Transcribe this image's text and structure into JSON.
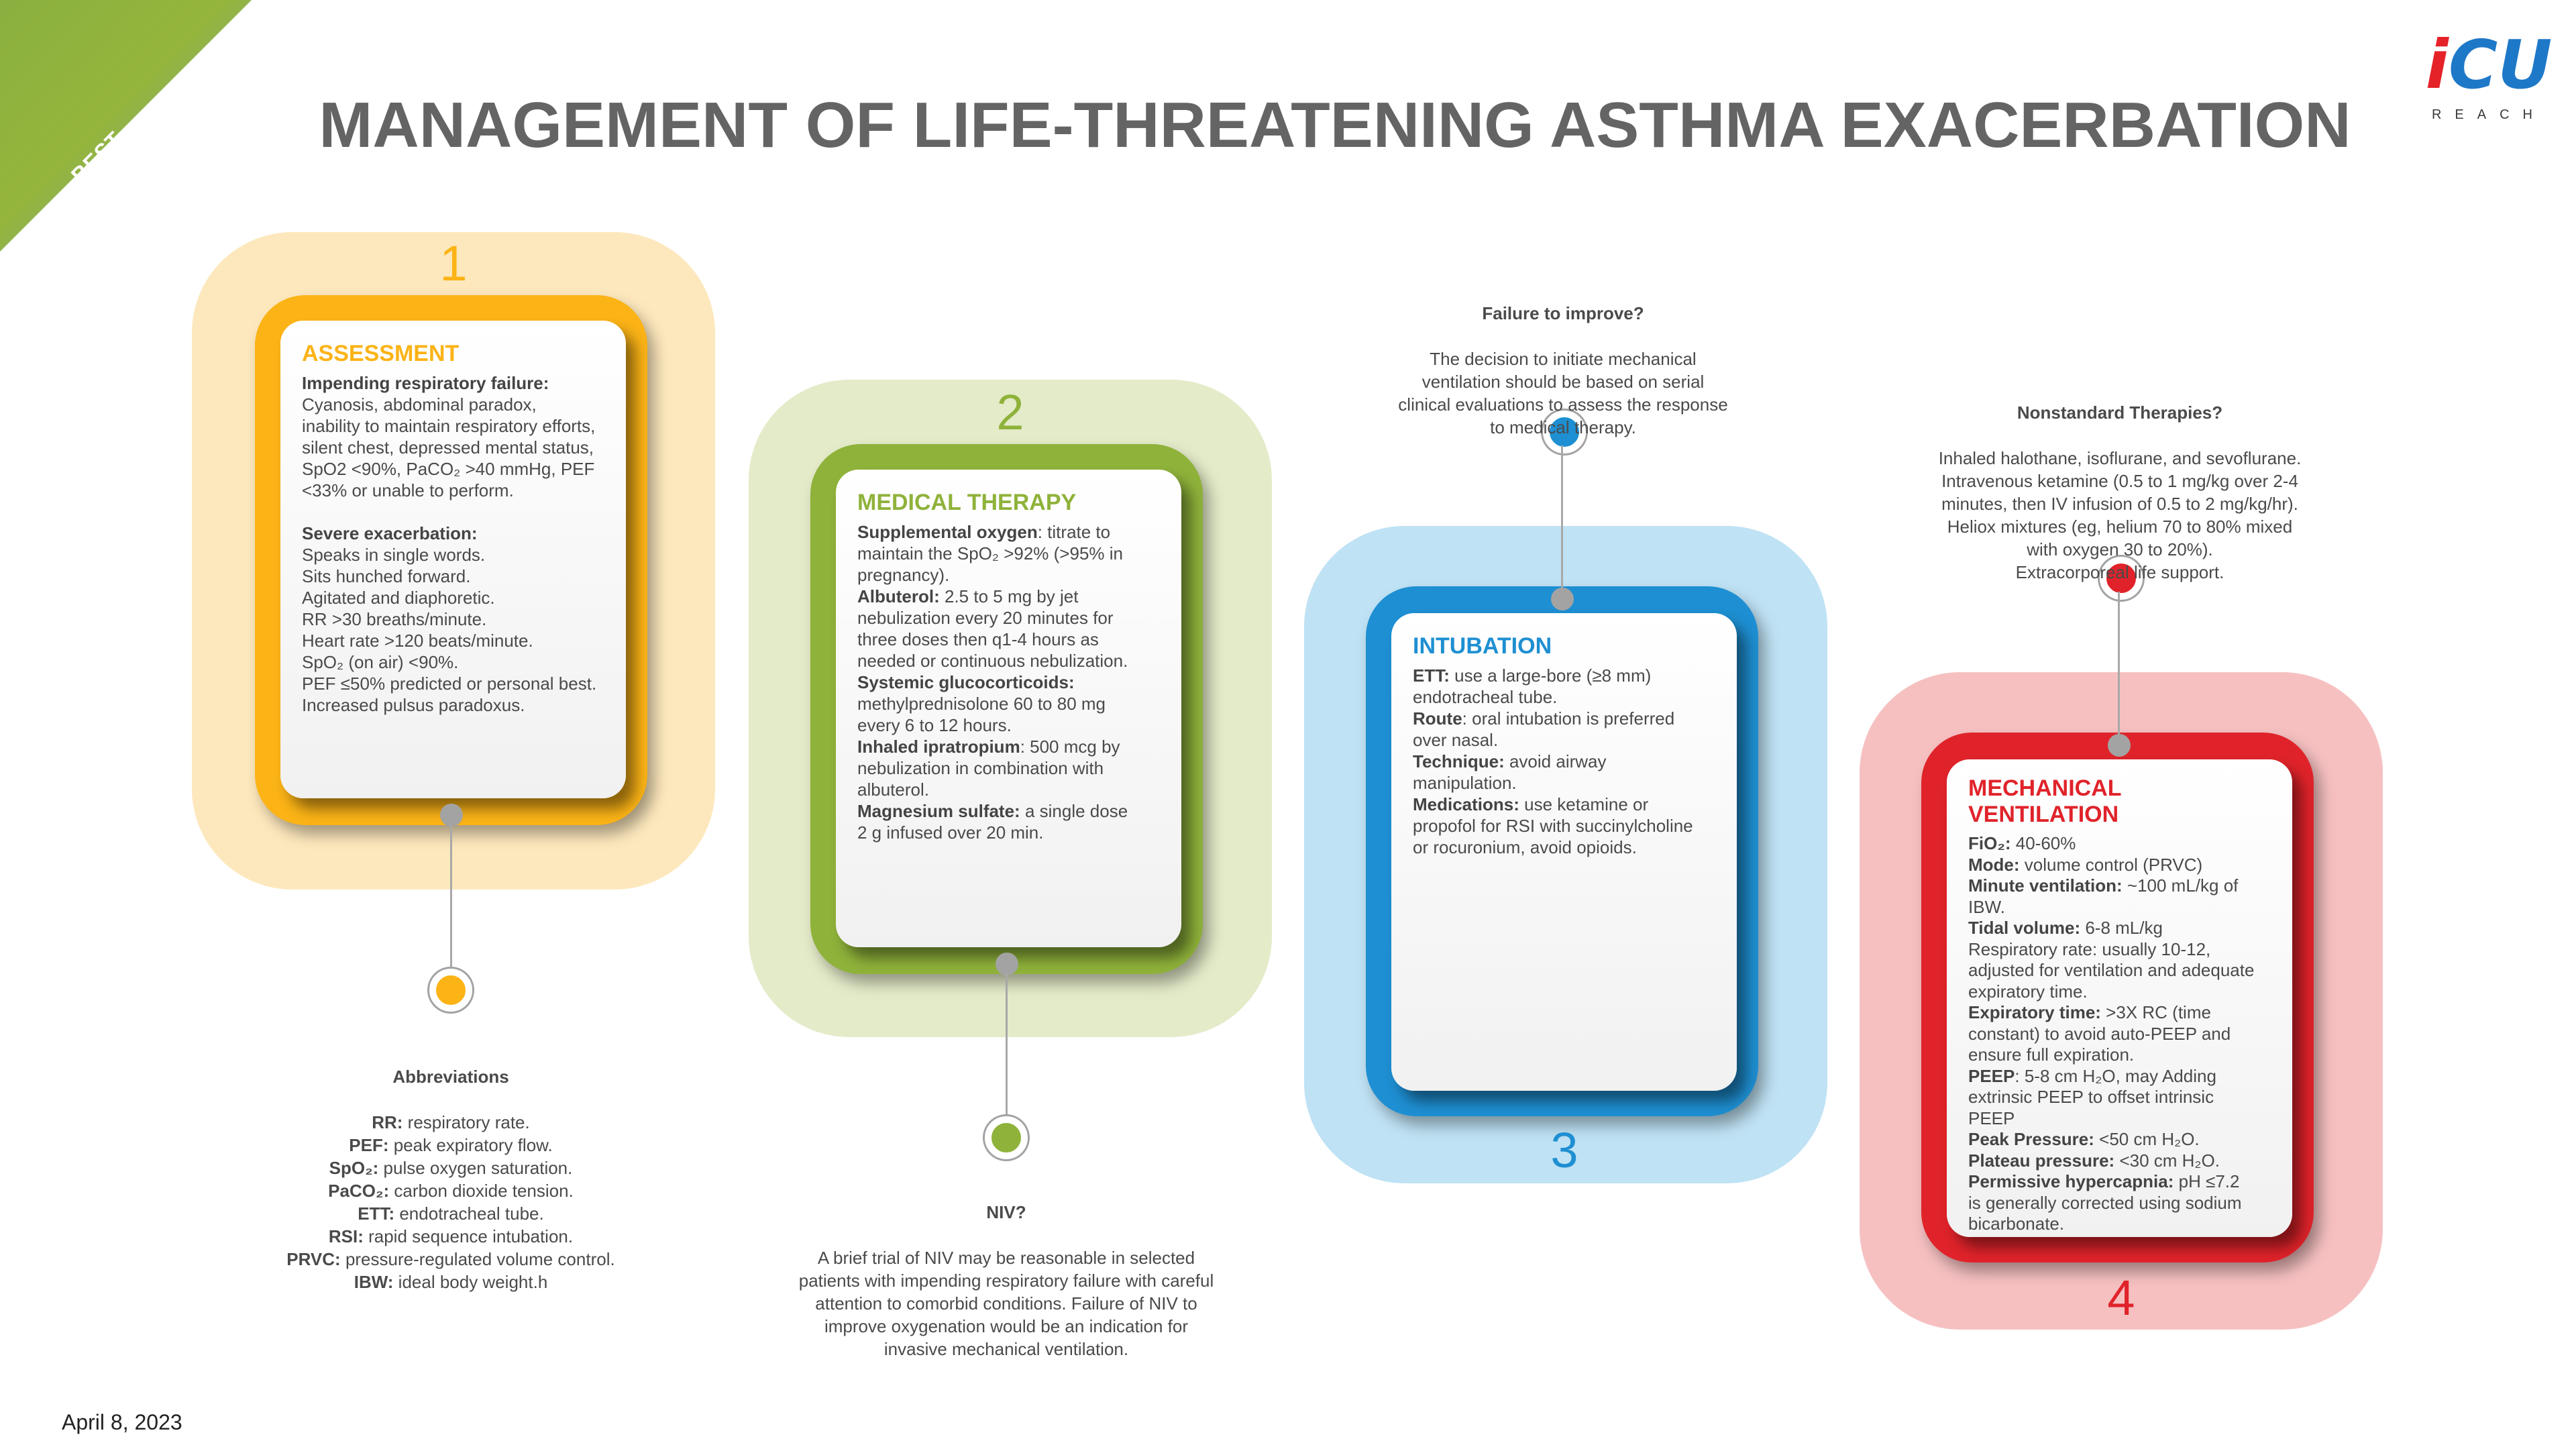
{
  "ribbon": {
    "label": "BEST PRACTICES"
  },
  "title": "MANAGEMENT OF LIFE-THREATENING ASTHMA EXACERBATION",
  "logo": {
    "word_i": "i",
    "word_rest": "CU",
    "sub": "REACH"
  },
  "colors": {
    "yellow": "#fbb316",
    "green": "#8fb23a",
    "blue": "#1e8fd2",
    "red": "#e0232a"
  },
  "stages": [
    {
      "number": "1",
      "title": "ASSESSMENT",
      "lines": [
        {
          "b": "Impending respiratory failure:",
          "t": ""
        },
        {
          "b": "",
          "t": "Cyanosis, abdominal paradox,"
        },
        {
          "b": "",
          "t": "inability to maintain respiratory efforts,"
        },
        {
          "b": "",
          "t": "silent chest, depressed mental status,"
        },
        {
          "b": "",
          "t": "SpO2 <90%, PaCO₂ >40 mmHg, PEF"
        },
        {
          "b": "",
          "t": "<33% or unable to perform."
        },
        {
          "b": "",
          "t": " "
        },
        {
          "b": "Severe exacerbation:",
          "t": ""
        },
        {
          "b": "",
          "t": "Speaks in single words."
        },
        {
          "b": "",
          "t": "Sits hunched forward."
        },
        {
          "b": "",
          "t": "Agitated and diaphoretic."
        },
        {
          "b": "",
          "t": "RR >30 breaths/minute."
        },
        {
          "b": "",
          "t": "Heart rate >120 beats/minute."
        },
        {
          "b": "",
          "t": "SpO₂ (on air) <90%."
        },
        {
          "b": "",
          "t": "PEF ≤50% predicted or personal best."
        },
        {
          "b": "",
          "t": "Increased pulsus paradoxus."
        }
      ]
    },
    {
      "number": "2",
      "title": "MEDICAL THERAPY",
      "lines": [
        {
          "b": "Supplemental oxygen",
          "t": ": titrate to"
        },
        {
          "b": "",
          "t": "maintain the SpO₂ >92% (>95% in"
        },
        {
          "b": "",
          "t": "pregnancy)."
        },
        {
          "b": "Albuterol:",
          "t": " 2.5 to 5 mg by jet"
        },
        {
          "b": "",
          "t": "nebulization every 20 minutes for"
        },
        {
          "b": "",
          "t": "three doses then q1-4 hours as"
        },
        {
          "b": "",
          "t": "needed or continuous nebulization."
        },
        {
          "b": "Systemic glucocorticoids:",
          "t": ""
        },
        {
          "b": "",
          "t": "methylprednisolone 60 to 80 mg"
        },
        {
          "b": "",
          "t": "every 6 to 12 hours."
        },
        {
          "b": "Inhaled ipratropium",
          "t": ": 500 mcg by"
        },
        {
          "b": "",
          "t": "nebulization in combination with"
        },
        {
          "b": "",
          "t": "albuterol."
        },
        {
          "b": "Magnesium sulfate:",
          "t": " a single dose"
        },
        {
          "b": "",
          "t": "2 g infused over 20 min."
        }
      ]
    },
    {
      "number": "3",
      "title": "INTUBATION",
      "lines": [
        {
          "b": "ETT:",
          "t": " use a large-bore (≥8 mm)"
        },
        {
          "b": "",
          "t": "endotracheal tube."
        },
        {
          "b": "Route",
          "t": ": oral intubation is preferred"
        },
        {
          "b": "",
          "t": "over nasal."
        },
        {
          "b": "Technique:",
          "t": " avoid airway"
        },
        {
          "b": "",
          "t": "manipulation."
        },
        {
          "b": "Medications:",
          "t": " use ketamine or"
        },
        {
          "b": "",
          "t": "propofol for RSI with succinylcholine"
        },
        {
          "b": "",
          "t": "or rocuronium, avoid opioids."
        }
      ]
    },
    {
      "number": "4",
      "title": "MECHANICAL VENTILATION",
      "lines": [
        {
          "b": "FiO₂:",
          "t": " 40-60%"
        },
        {
          "b": "Mode:",
          "t": " volume control (PRVC)"
        },
        {
          "b": "Minute ventilation:",
          "t": " ~100 mL/kg of"
        },
        {
          "b": "",
          "t": "IBW."
        },
        {
          "b": "Tidal volume:",
          "t": " 6-8 mL/kg"
        },
        {
          "b": "",
          "t": "Respiratory rate: usually 10-12,"
        },
        {
          "b": "",
          "t": "adjusted for ventilation and adequate"
        },
        {
          "b": "",
          "t": "expiratory time."
        },
        {
          "b": "Expiratory time:",
          "t": " >3X RC (time"
        },
        {
          "b": "",
          "t": "constant) to avoid auto-PEEP and"
        },
        {
          "b": "",
          "t": "ensure full expiration."
        },
        {
          "b": "PEEP",
          "t": ": 5-8 cm H₂O, may Adding"
        },
        {
          "b": "",
          "t": "extrinsic PEEP to offset intrinsic"
        },
        {
          "b": "",
          "t": "PEEP"
        },
        {
          "b": "Peak Pressure:",
          "t": " <50 cm H₂O."
        },
        {
          "b": "Plateau pressure:",
          "t": " <30 cm H₂O."
        },
        {
          "b": " Permissive hypercapnia:",
          "t": " pH ≤7.2"
        },
        {
          "b": "",
          "t": "is generally corrected using sodium"
        },
        {
          "b": "",
          "t": "bicarbonate."
        }
      ]
    }
  ],
  "notes": {
    "abbreviations": {
      "heading": "Abbreviations",
      "items": [
        {
          "k": "RR:",
          "v": " respiratory rate."
        },
        {
          "k": "PEF:",
          "v": " peak expiratory flow."
        },
        {
          "k": "SpO₂:",
          "v": " pulse oxygen saturation."
        },
        {
          "k": "PaCO₂:",
          "v": " carbon dioxide tension."
        },
        {
          "k": "ETT:",
          "v": " endotracheal tube."
        },
        {
          "k": "RSI:",
          "v": " rapid sequence intubation."
        },
        {
          "k": "PRVC:",
          "v": " pressure-regulated volume control."
        },
        {
          "k": "IBW:",
          "v": " ideal body weight.h"
        }
      ]
    },
    "niv": {
      "heading": "NIV?",
      "text": "A brief trial of NIV may be reasonable in selected\npatients with impending respiratory failure with careful\nattention to comorbid conditions. Failure of NIV to\nimprove oxygenation would be an indication for\ninvasive mechanical ventilation."
    },
    "failure": {
      "heading": "Failure to improve?",
      "text": "The decision to initiate mechanical\nventilation should be based on serial\nclinical evaluations to assess the response\nto medical therapy."
    },
    "nonstandard": {
      "heading": "Nonstandard  Therapies?",
      "text": "Inhaled halothane, isoflurane, and sevoflurane.\nIntravenous ketamine (0.5 to 1 mg/kg over 2-4\nminutes, then IV infusion of 0.5 to 2 mg/kg/hr).\nHeliox mixtures (eg, helium 70 to 80% mixed\nwith oxygen 30 to 20%).\nExtracorporeal life support."
    }
  },
  "date": "April 8, 2023"
}
